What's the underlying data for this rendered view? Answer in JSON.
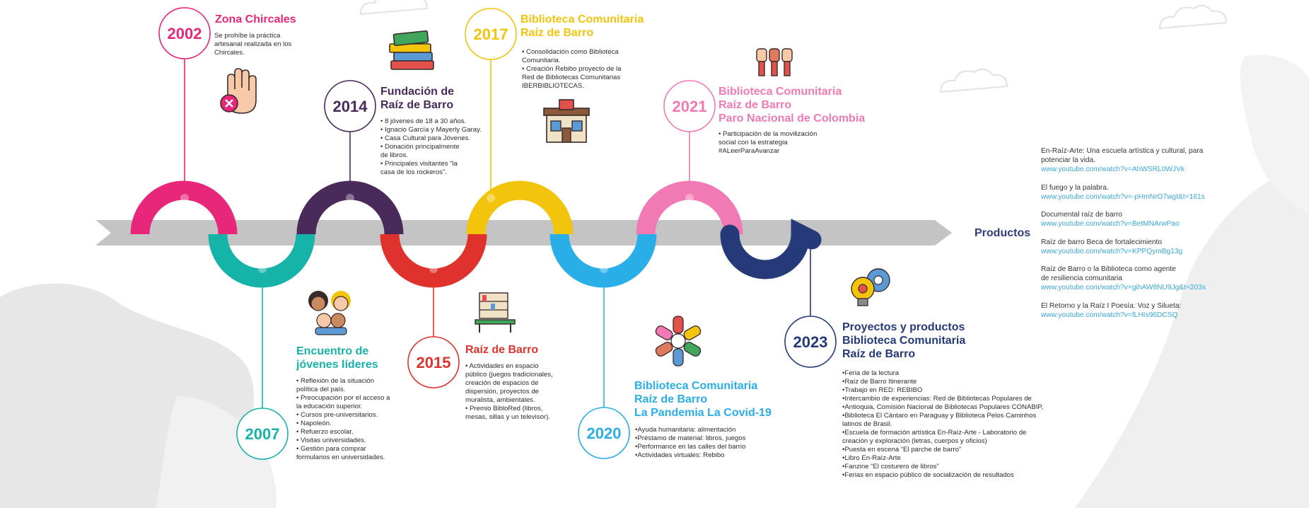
{
  "colors": {
    "pink": "#e8267a",
    "purple": "#4a2a5a",
    "yellow": "#f2c40c",
    "light_pink": "#f27ab4",
    "teal": "#16b3a8",
    "red": "#e0322c",
    "blue": "#2aaee8",
    "navy": "#263a7a",
    "arrow_gray": "#c4c4c4"
  },
  "events": [
    {
      "id": "e2002",
      "year": "2002",
      "color": "#e8267a",
      "title": [
        "Zona Chircales"
      ],
      "body": [
        "Se prohíbe la práctica",
        "artesanal realizada en los",
        "Chircales."
      ],
      "icon": "stop-hand-icon"
    },
    {
      "id": "e2007",
      "year": "2007",
      "color": "#16b3a8",
      "title": [
        "Encuentro de",
        "jóvenes líderes"
      ],
      "body": [
        "• Reflexión de la situación",
        "política del país.",
        "• Preocupación por el acceso a",
        "la educación superior.",
        "• Cursos pre-universitarios.",
        "• Napoleón.",
        "• Refuerzo escolar.",
        "• Visitas universidades.",
        "• Gestión para comprar",
        "formularios en universidades."
      ],
      "icon": "young-people-group-icon"
    },
    {
      "id": "e2014",
      "year": "2014",
      "color": "#4a2a5a",
      "title": [
        "Fundación de",
        "Raíz de Barro"
      ],
      "body": [
        "• 8 jóvenes de 18 a 30 años.",
        "• Ignacio García y Mayerly Garay.",
        "• Casa Cultural para Jóvenes.",
        "• Donación principalmente",
        "de libros.",
        "• Principales visitantes “la",
        "casa de los rockeros”."
      ],
      "icon": "books-stack-icon"
    },
    {
      "id": "e2015",
      "year": "2015",
      "color": "#e0322c",
      "title": [
        "Raíz de Barro"
      ],
      "body": [
        "• Actividades en espacio",
        "público (juegos tradicionales,",
        "creación de espacios de",
        "dispersión, proyectos de",
        "muralista, ambientales.",
        "• Premio BibloRed (libros,",
        "mesas, sillas y un televisor)."
      ],
      "icon": "library-furniture-icon"
    },
    {
      "id": "e2017",
      "year": "2017",
      "color": "#f2c40c",
      "title": [
        "Biblioteca Comunitaria",
        "Raíz de Barro"
      ],
      "body": [
        "• Consolidación como Biblioteca",
        "Comunitaria.",
        "• Creación Rebibo proyecto de la",
        "Red de Bibliotecas Comunitarias",
        "IBERBIBLIOTECAS."
      ],
      "icon": "library-building-icon"
    },
    {
      "id": "e2020",
      "year": "2020",
      "color": "#2aaee8",
      "title": [
        "Biblioteca Comunitaria",
        "Raíz de Barro",
        "La Pandemia La Covid-19"
      ],
      "body": [
        "•Ayuda humanitaria: alimentación",
        "•Préstamo de material: libros, juegos",
        "•Performance en las calles del barrio",
        "•Actividades virtuales: Rebibo"
      ],
      "icon": "joined-hands-icon"
    },
    {
      "id": "e2021",
      "year": "2021",
      "color": "#f27ab4",
      "title": [
        "Biblioteca Comunitaria",
        "Raíz de Barro",
        "Paro Nacional de Colombia"
      ],
      "body": [
        "• Participación de la movilización",
        "social con la estrategia",
        "#ALeerParaAvanzar"
      ],
      "icon": "raised-fists-icon"
    },
    {
      "id": "e2023",
      "year": "2023",
      "color": "#263a7a",
      "title": [
        "Proyectos y productos",
        "Biblioteca Comunitaria",
        "Raíz de Barro"
      ],
      "body": [
        "•Feria de la lectura",
        "•Raíz de Barro Itinerante",
        "•Trabajo en RED: REBIBO",
        "•Intercambio de experiencias: Red de Bibliotecas Populares de",
        "•Antioquia, Comisión Nacional de Bibliotecas Populares CONABIP,",
        "•Biblioteca El Cántaro en Paraguay y Biblioteca Pelos Caminhos",
        "latinos de Brasil.",
        "•Escuela de formación artística En-Raíz-Arte - Laboratorio de",
        "creación y exploración (letras, cuerpos y oficios)",
        "•Puesta en escena “El parche de barro”",
        "•Libro En-Raíz-Arte",
        "•Fanzine “El costurero de libros”",
        "•Ferias en espacio público de socialización de resultados"
      ],
      "icon": "lightbulb-gear-icon"
    }
  ],
  "products": {
    "label": "Productos",
    "items": [
      {
        "title": [
          "En-Raíz-Arte: Una escuela artística y cultural, para",
          "potenciar la vida."
        ],
        "link": "www.youtube.com/watch?v=AhWSRL0WJVk"
      },
      {
        "title": [
          "El fuego y la palabra."
        ],
        "link": "www.youtube.com/watch?v=-pHmNrO7wgI&t=161s"
      },
      {
        "title": [
          "Documental raíz de barro"
        ],
        "link": "www.youtube.com/watch?v=BetMNArwPao"
      },
      {
        "title": [
          "Raíz de barro Beca de fortalecimiento"
        ],
        "link": "www.youtube.com/watch?v=KPPQymBg13g"
      },
      {
        "title": [
          "Raíz de Barro o la Biblioteca como agente",
          "de resiliencia comunitaria"
        ],
        "link": "www.youtube.com/watch?v=gihAW8NU9Jg&t=203s"
      },
      {
        "title": [
          "El Retorno y la Raíz I Poesía: Voz y Silueta:"
        ],
        "link": "www.youtube.com/watch?v=fLHIs96DCSQ"
      }
    ]
  }
}
